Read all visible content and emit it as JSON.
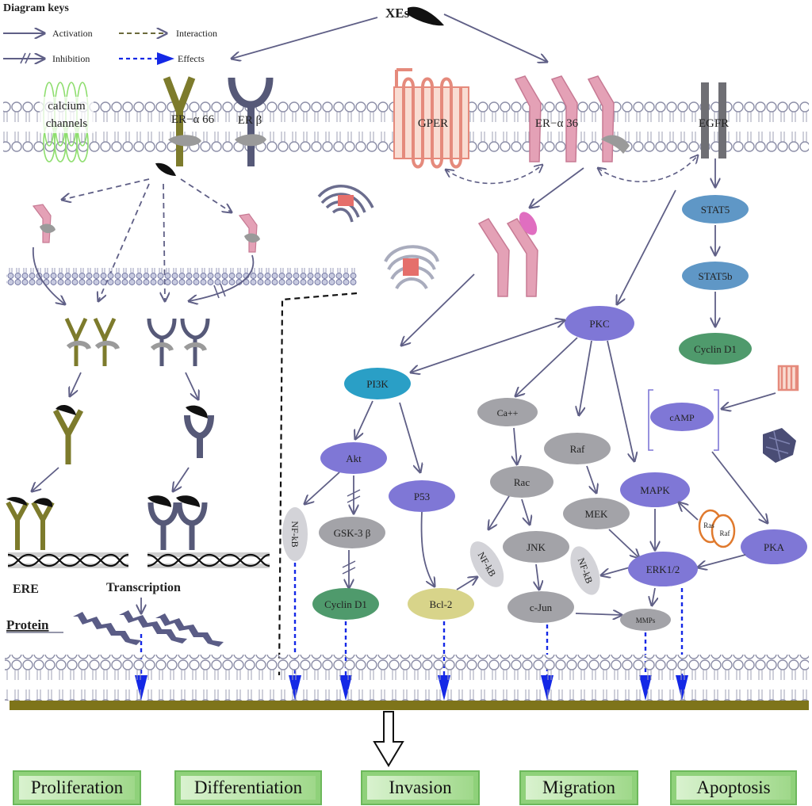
{
  "keys": {
    "title": "Diagram keys",
    "activation": "Activation",
    "interaction": "Interaction",
    "inhibition": "Inhibition",
    "effects": "Effects"
  },
  "receptors": {
    "xes": "XEs",
    "calcium_line1": "calcium",
    "calcium_line2": "channels",
    "er_alpha66": "ER−α 66",
    "er_beta": "ER β",
    "gper": "GPER",
    "er_alpha36": "ER−α 36",
    "egfr": "EGFR"
  },
  "nodes": {
    "stat5": "STAT5",
    "stat5b": "STAT5b",
    "cyclin_d1_right": "Cyclin D1",
    "pkc": "PKC",
    "pi3k": "PI3K",
    "camp": "cAMP",
    "ca": "Ca++",
    "raf": "Raf",
    "akt": "Akt",
    "p53": "P53",
    "rac": "Rac",
    "mek": "MEK",
    "mapk": "MAPK",
    "ras": "Ras",
    "raf_small": "Raf",
    "pka": "PKA",
    "nfkb_left": "NF-kB",
    "gsk3b": "GSK-3 β",
    "nfkb_mid": "NF-kB",
    "jnk": "JNK",
    "nfkb_right": "NF-kB",
    "erk12": "ERK1/2",
    "cyclin_d1_mid": "Cyclin D1",
    "bcl2": "Bcl-2",
    "cjun": "c-Jun",
    "mmps": "MMPs"
  },
  "labels": {
    "ere": "ERE",
    "transcription": "Transcription",
    "protein": "Protein"
  },
  "outcomes": [
    "Proliferation",
    "Differentiation",
    "Invasion",
    "Migration",
    "Apoptosis"
  ],
  "colors": {
    "arrow": "#5f5f86",
    "effects": "#1428e6",
    "olive": "#7d7b2c",
    "slate": "#565978",
    "pink": "#d98aa4",
    "gper": "#e58a7c",
    "purple_node": "#7f77d6",
    "gray_node": "#a3a3a8",
    "blue_node": "#5f97c6",
    "green_node": "#4f9a6c",
    "teal_node": "#2a9fc6",
    "khaki_node": "#d8d48a",
    "outcome_green": "#8fd17a"
  }
}
